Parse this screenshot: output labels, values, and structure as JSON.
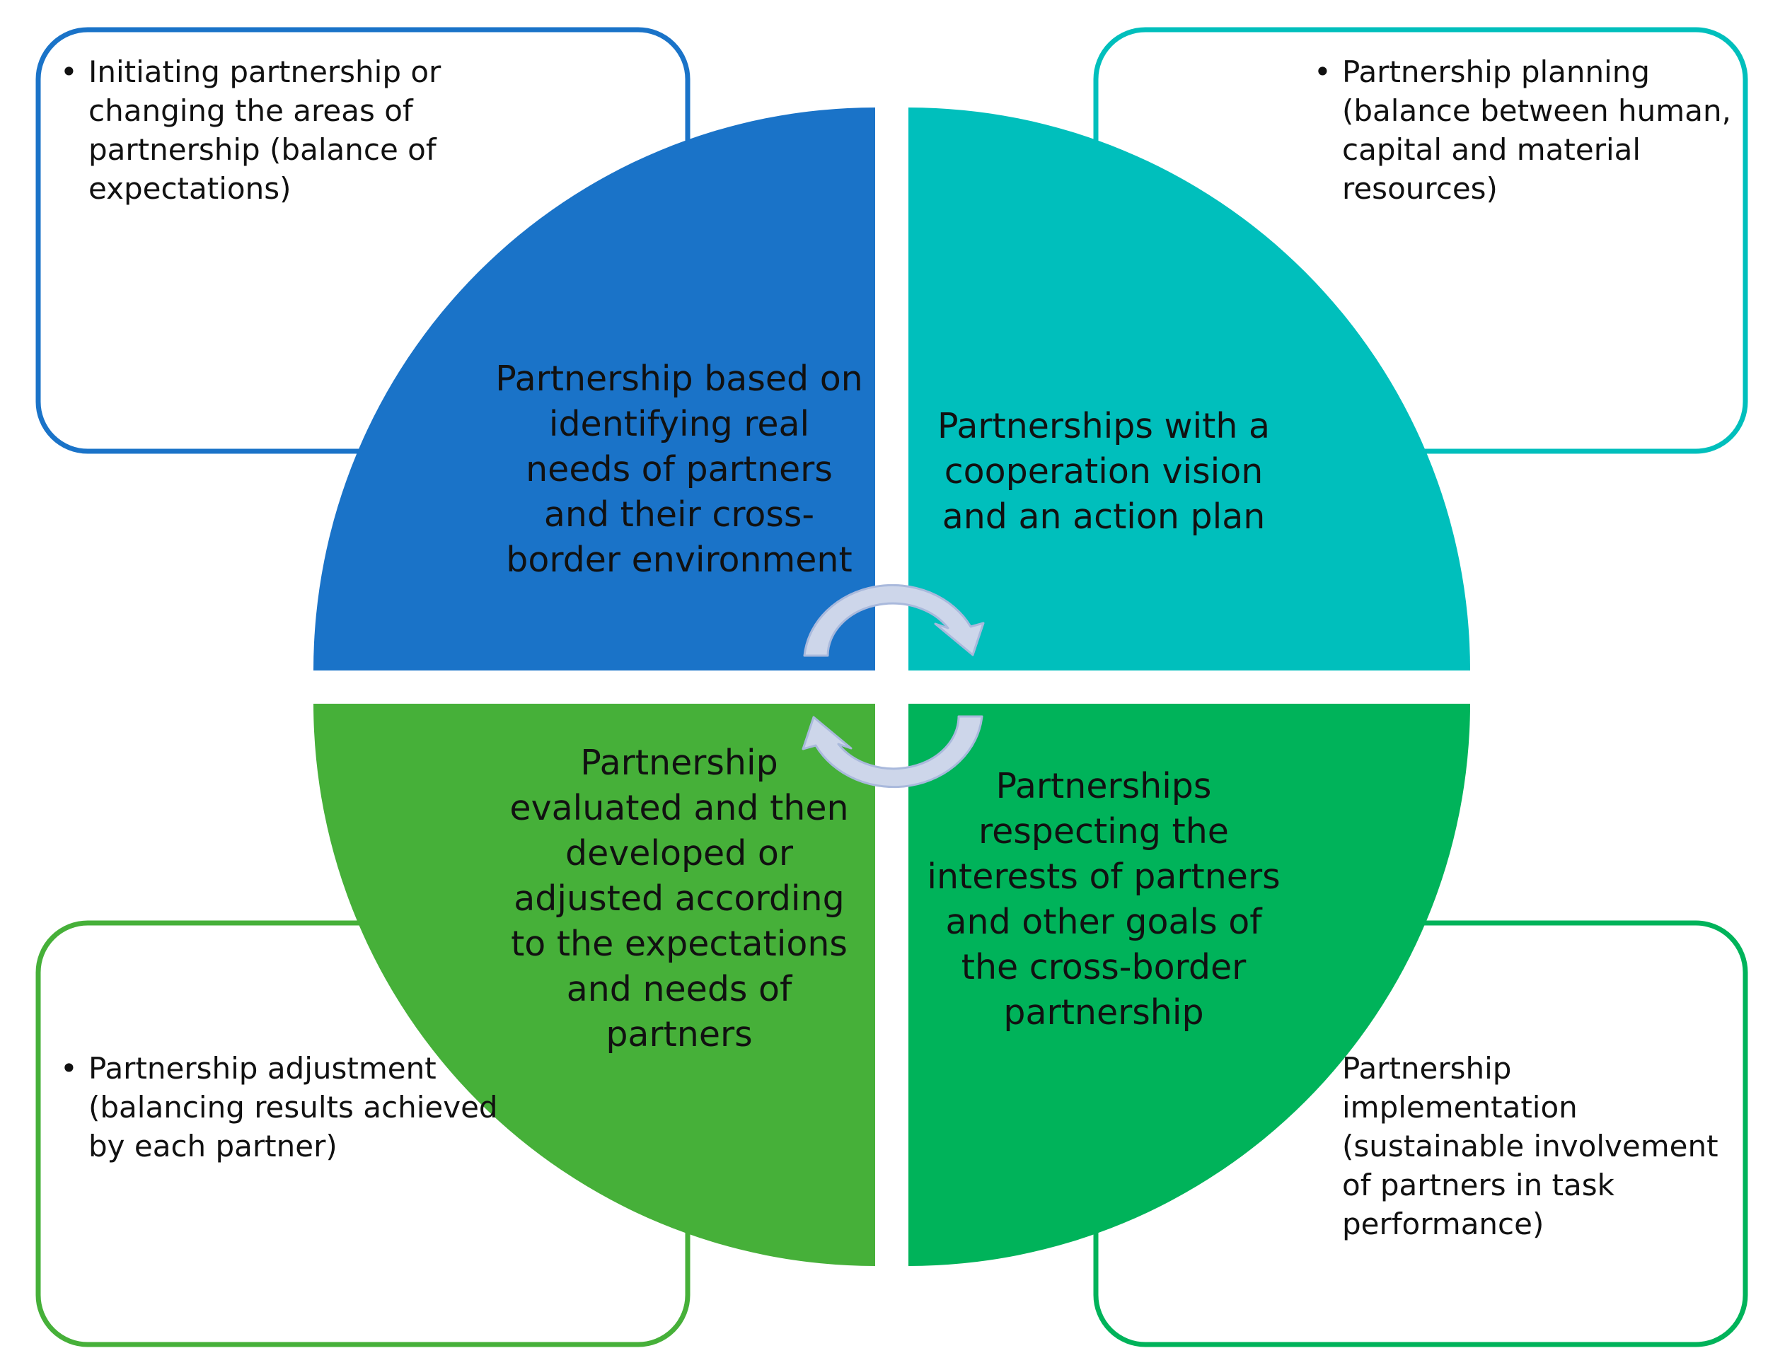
{
  "diagram": {
    "quadrants": [
      {
        "id": "top-left",
        "text": "Partnership based on identifying real needs of partners and their cross-border environment",
        "color": "#1a73c8"
      },
      {
        "id": "top-right",
        "text": "Partnerships with a cooperation vision and an action plan",
        "color": "#00bfbc"
      },
      {
        "id": "bottom-left",
        "text": "Partnership evaluated and then developed or adjusted according to the expectations and needs of partners",
        "color": "#46b039"
      },
      {
        "id": "bottom-right",
        "text": "Partnerships respecting the interests of partners and other goals of the cross-border partnership",
        "color": "#00b35a"
      }
    ],
    "boxes": [
      {
        "id": "top-left",
        "text": "Initiating partnership or changing the areas of partnership (balance of expectations)",
        "border_color": "#1a73c8",
        "bullet": true
      },
      {
        "id": "top-right",
        "text": "Partnership planning (balance between human, capital and material resources)",
        "border_color": "#00bfbc",
        "bullet": true
      },
      {
        "id": "bottom-left",
        "text": "Partnership adjustment (balancing results achieved by each partner)",
        "border_color": "#46b039",
        "bullet": true
      },
      {
        "id": "bottom-right",
        "text": "Partnership implementation (sustainable  involvement of partners in task performance)",
        "border_color": "#00b35a",
        "bullet": false
      }
    ],
    "arrow_color": "#cdd6ea"
  }
}
